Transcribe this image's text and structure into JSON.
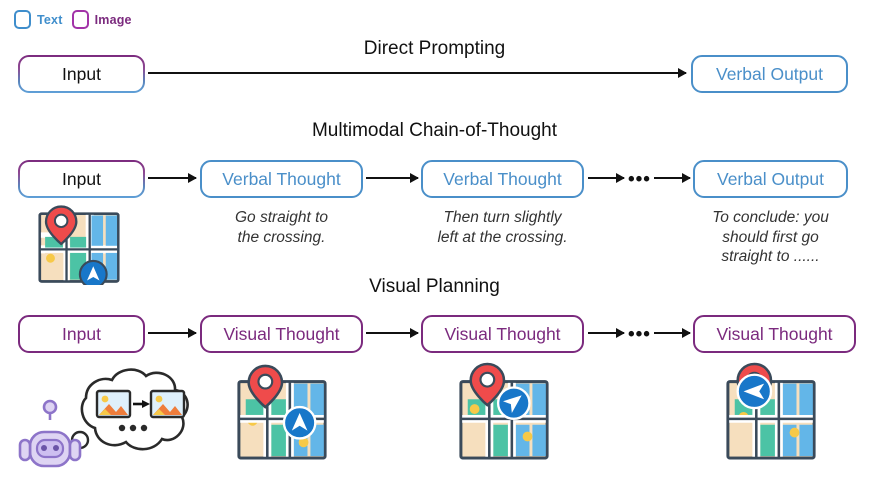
{
  "legend": {
    "items": [
      {
        "key": "text",
        "label": "Text",
        "color": "#3f8ecc",
        "icon": "rounded-square-outline-icon"
      },
      {
        "key": "image",
        "label": "Image",
        "color": "#7b2a7e",
        "icon": "rounded-square-outline-icon"
      }
    ]
  },
  "sections": {
    "direct": {
      "title": "Direct Prompting",
      "nodes": [
        {
          "label": "Input",
          "style": "gradient"
        },
        {
          "label": "Verbal Output",
          "style": "blue"
        }
      ]
    },
    "mcot": {
      "title": "Multimodal Chain-of-Thought",
      "nodes": [
        {
          "label": "Input",
          "style": "gradient"
        },
        {
          "label": "Verbal Thought",
          "style": "blue"
        },
        {
          "label": "Verbal Thought",
          "style": "blue"
        },
        {
          "label": "Verbal Output",
          "style": "blue"
        }
      ],
      "captions": [
        "Go straight to\nthe crossing.",
        "Then turn slightly\nleft at the crossing.",
        "To conclude: you\nshould first go\nstraight to ......"
      ],
      "ellipsis": "•••",
      "input_thumbnail": "map-with-pin-and-navigation-arrow-icon"
    },
    "visual": {
      "title": "Visual Planning",
      "nodes": [
        {
          "label": "Input",
          "style": "purple"
        },
        {
          "label": "Visual Thought",
          "style": "purple"
        },
        {
          "label": "Visual Thought",
          "style": "purple"
        },
        {
          "label": "Visual Thought",
          "style": "purple"
        }
      ],
      "ellipsis": "•••",
      "input_thumbnail": "robot-with-thought-bubble-icon",
      "thought_bubble": {
        "images": [
          "image-placeholder-icon",
          "image-placeholder-icon"
        ],
        "arrow": "right-arrow-icon",
        "ellipsis": "•••"
      },
      "thumbnails": [
        "map-step-1-icon",
        "map-step-2-icon",
        "map-step-3-icon"
      ]
    }
  },
  "colors": {
    "text_blue": "#4a8fc9",
    "image_purple": "#7b2a7e",
    "arrow_black": "#111111",
    "caption_gray": "#333333",
    "map_land": "#f6dfbe",
    "map_water": "#63b6e8",
    "map_green": "#4cc3a5",
    "map_road": "#ffffff",
    "map_outline": "#3a4a5a",
    "pin_red": "#ef4b4b",
    "nav_blue": "#1877c9",
    "robot_purple": "#b9a7e0"
  }
}
